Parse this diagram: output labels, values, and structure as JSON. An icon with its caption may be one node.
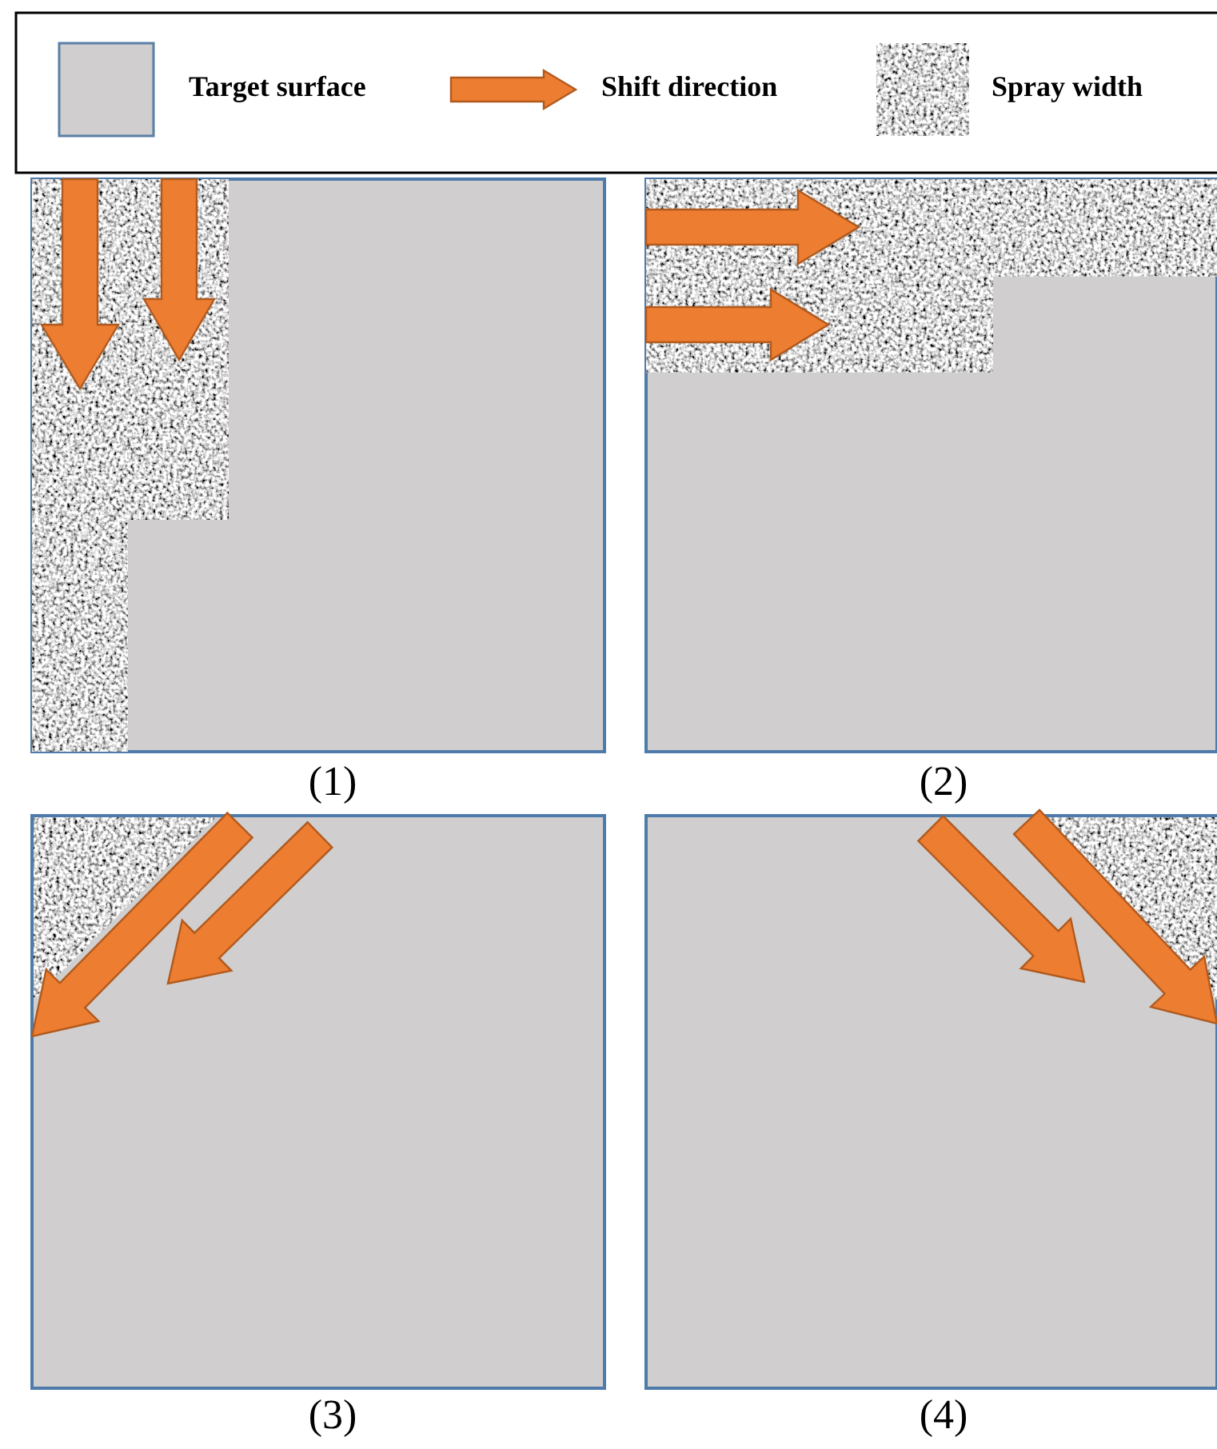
{
  "diagram": {
    "labels": [
      "(1)",
      "(2)",
      "(3)",
      "(4)"
    ],
    "legend": [
      {
        "text": "Target surface",
        "color": "#d0cece"
      },
      {
        "text": "Shift direction"
      },
      {
        "text": "Spray width"
      }
    ]
  }
}
